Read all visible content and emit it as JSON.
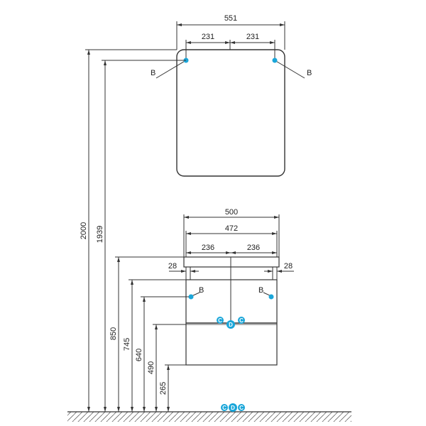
{
  "mirror": {
    "width": "551",
    "half_left": "231",
    "half_right": "231",
    "point_left": "B",
    "point_right": "B"
  },
  "cabinet": {
    "outer_width": "500",
    "inner_width": "472",
    "half_left": "236",
    "half_right": "236",
    "side_left": "28",
    "side_right": "28",
    "point_left": "B",
    "point_right": "B"
  },
  "heights": {
    "h2000": "2000",
    "h1939": "1939",
    "h850": "850",
    "h745": "745",
    "h640": "640",
    "h490": "490",
    "h265": "265"
  },
  "markers": {
    "c": "C",
    "d": "D"
  },
  "colors": {
    "line": "#333333",
    "marker": "#1aa6d9"
  }
}
